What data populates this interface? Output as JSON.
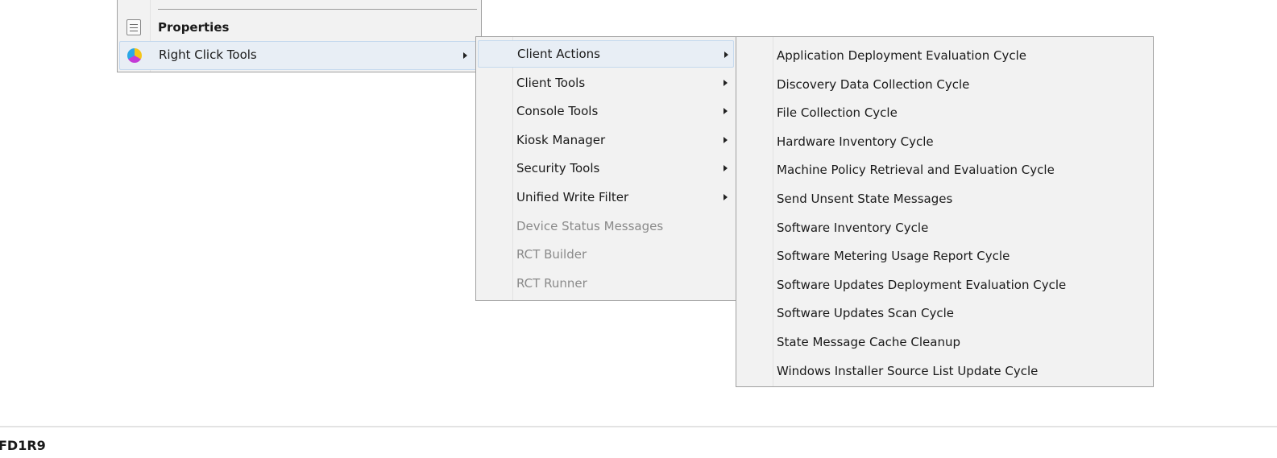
{
  "menu1": {
    "items": [
      {
        "label": "Properties",
        "icon": "properties-icon",
        "bold": true
      },
      {
        "label": "Right Click Tools",
        "icon": "right-click-tools-icon",
        "submenu": true,
        "highlighted": true
      }
    ]
  },
  "menu2": {
    "items": [
      {
        "label": "Client Actions",
        "submenu": true,
        "highlighted": true
      },
      {
        "label": "Client Tools",
        "submenu": true
      },
      {
        "label": "Console Tools",
        "submenu": true
      },
      {
        "label": "Kiosk Manager",
        "submenu": true
      },
      {
        "label": "Security Tools",
        "submenu": true
      },
      {
        "label": "Unified Write Filter",
        "submenu": true
      },
      {
        "label": "Device Status Messages",
        "disabled": true
      },
      {
        "label": "RCT Builder",
        "disabled": true
      },
      {
        "label": "RCT Runner",
        "disabled": true
      }
    ]
  },
  "menu3": {
    "items": [
      "Application Deployment Evaluation Cycle",
      "Discovery Data Collection Cycle",
      "File Collection Cycle",
      "Hardware Inventory Cycle",
      "Machine Policy Retrieval and Evaluation Cycle",
      "Send Unsent State Messages",
      "Software Inventory Cycle",
      "Software Metering Usage Report Cycle",
      "Software Updates Deployment Evaluation Cycle",
      "Software Updates Scan Cycle",
      "State Message Cache Cleanup",
      "Windows Installer Source List Update Cycle"
    ]
  },
  "footer": {
    "device_name": "FD1R9"
  }
}
